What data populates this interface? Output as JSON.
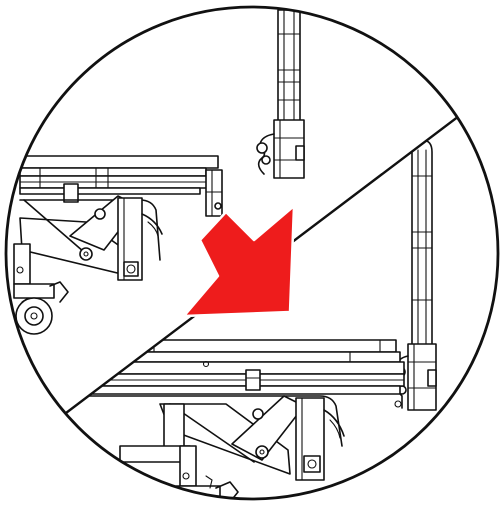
{
  "diagram": {
    "kind": "instruction-illustration",
    "frame_shape": "circle",
    "divider": "diagonal-line",
    "before_panel": "upper-left",
    "after_panel": "lower-right",
    "arrow": {
      "color": "#ee1c1c",
      "direction": "down-right",
      "icon": "arrow-down-right-icon"
    },
    "line_color": "#111111",
    "background": "#ffffff"
  }
}
